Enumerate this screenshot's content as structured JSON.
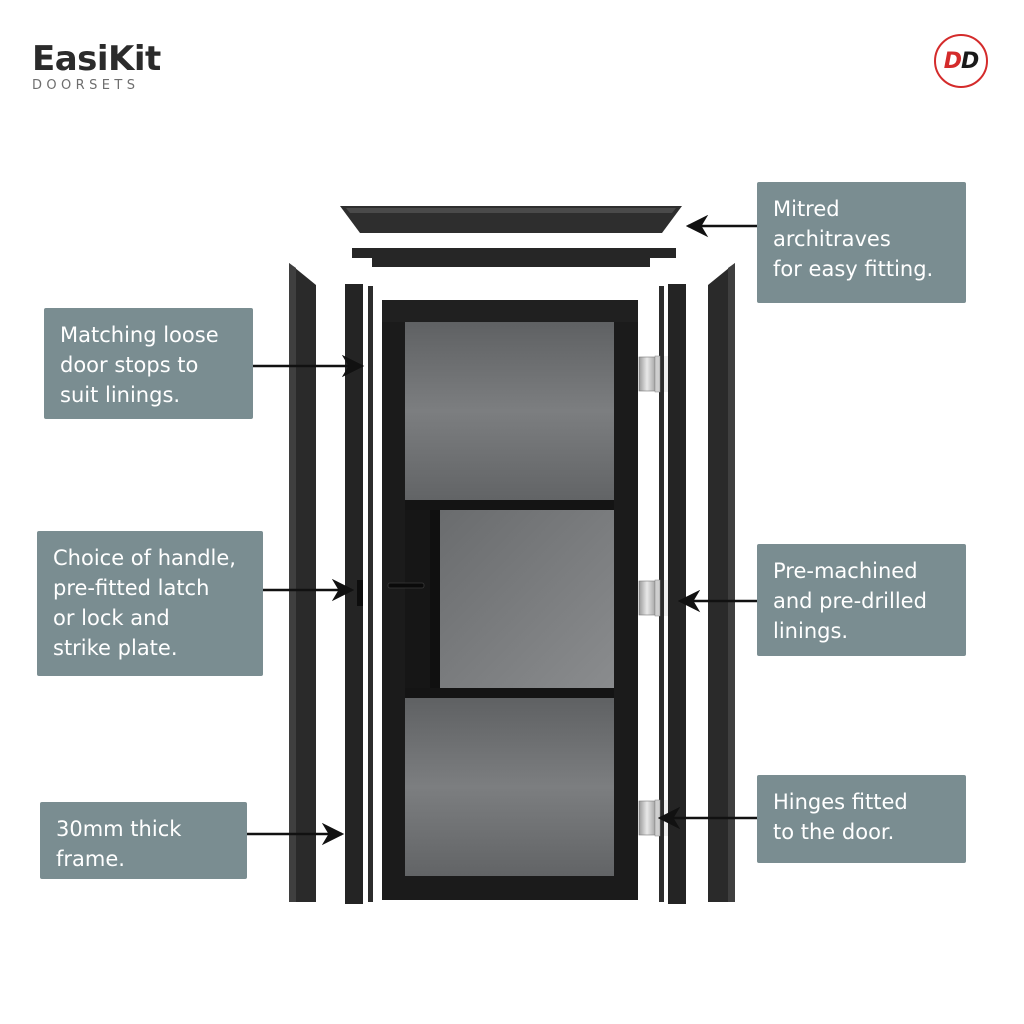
{
  "brand": {
    "name": "EasiKit",
    "subtitle": "DOORSETS"
  },
  "badge": {
    "letter1": "D",
    "letter2": "D",
    "colors": {
      "letter1": "#d42b2b",
      "letter2": "#1a1a1a",
      "ring": "#d42b2b"
    }
  },
  "callouts": {
    "architraves": "Mitred\narchitraves\nfor easy fitting.",
    "door_stops": "Matching loose\ndoor stops to\nsuit linings.",
    "handle": "Choice of handle,\npre-fitted latch\nor lock and\nstrike plate.",
    "linings": "Pre-machined\nand pre-drilled\nlinings.",
    "frame": "30mm thick\nframe.",
    "hinges": "Hinges fitted\nto the door."
  },
  "colors": {
    "callout_bg": "#7a8d91",
    "door_frame": "#1b1b1b",
    "glass": "#6f7172",
    "trim": "#2a2a2a"
  }
}
